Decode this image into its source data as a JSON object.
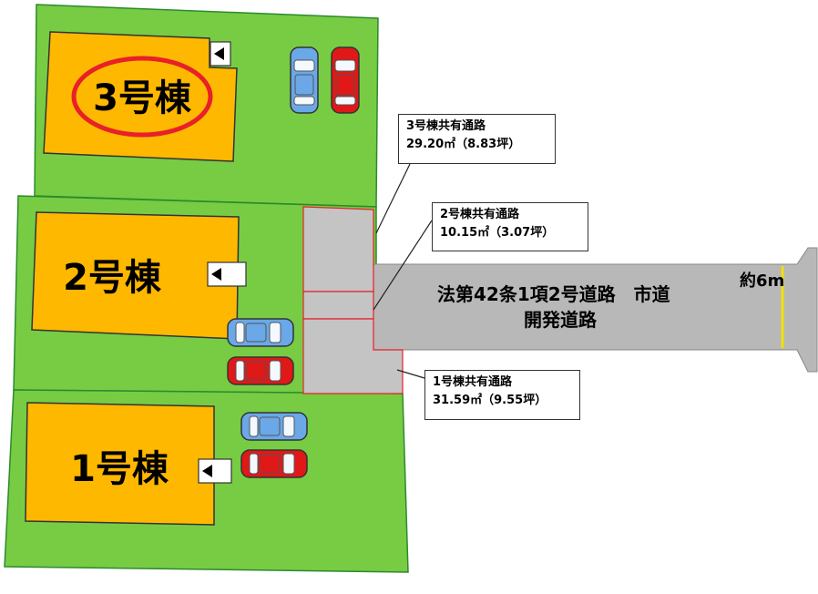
{
  "houses": {
    "h3": {
      "label": "3号棟"
    },
    "h2": {
      "label": "2号棟"
    },
    "h1": {
      "label": "1号棟"
    }
  },
  "road": {
    "line1": "法第42条1項2号道路　市道",
    "line2": "開発道路",
    "width": "約6m"
  },
  "callouts": {
    "c3": {
      "title": "3号棟共有通路",
      "area": "29.20㎡（8.83坪）"
    },
    "c2": {
      "title": "2号棟共有通路",
      "area": "10.15㎡（3.07坪）"
    },
    "c1": {
      "title": "1号棟共有通路",
      "area": "31.59㎡（9.55坪）"
    }
  },
  "colors": {
    "lot": "#77cc44",
    "house": "#ffb800",
    "road": "#b8b8b8",
    "passage": "#c4c4c4",
    "highlight": "#e8202a",
    "car_red": "#e01818",
    "car_blue": "#6aa8e8"
  },
  "icons": [
    "entrance-arrow-icon",
    "car-icon"
  ]
}
